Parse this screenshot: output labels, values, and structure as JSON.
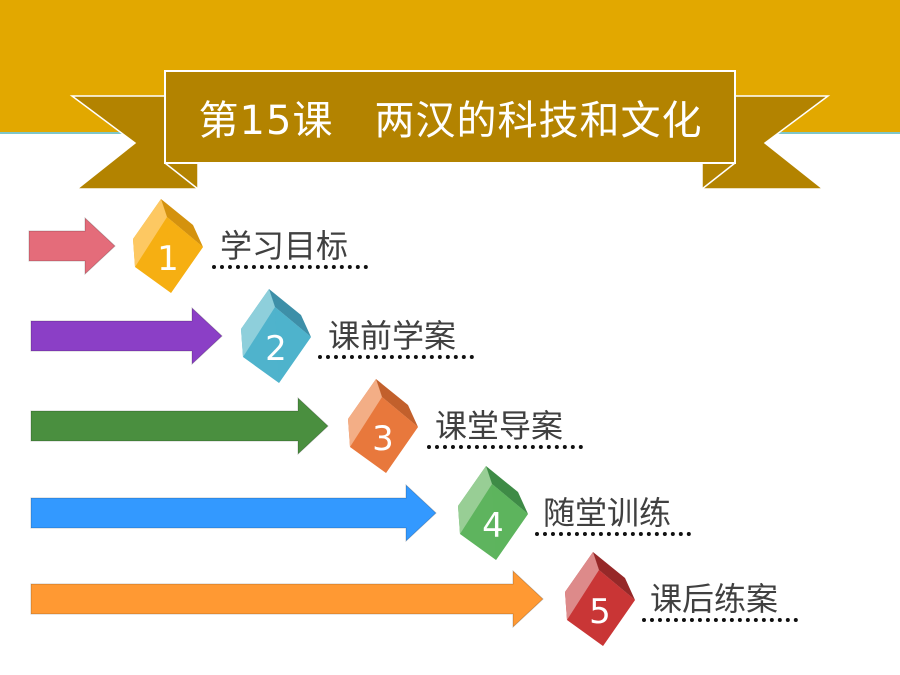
{
  "title": "第15课　两汉的科技和文化",
  "items": [
    {
      "number": "1",
      "label": "学习目标",
      "arrow_color": "#E46C7A",
      "cube": [
        "#FDC862",
        "#D4920E",
        "#F6AF12"
      ]
    },
    {
      "number": "2",
      "label": "课前学案",
      "arrow_color": "#8B3FC6",
      "cube": [
        "#8ECFDB",
        "#3D8FA8",
        "#4FB3CC"
      ]
    },
    {
      "number": "3",
      "label": "课堂导案",
      "arrow_color": "#4A8F3F",
      "cube": [
        "#F3AE86",
        "#C2602C",
        "#E8783C"
      ]
    },
    {
      "number": "4",
      "label": "随堂训练",
      "arrow_color": "#3399FF",
      "cube": [
        "#98CE95",
        "#3E8B46",
        "#5EB45E"
      ]
    },
    {
      "number": "5",
      "label": "课后练案",
      "arrow_color": "#FF9933",
      "cube": [
        "#DD8A8A",
        "#962828",
        "#C93636"
      ]
    }
  ]
}
